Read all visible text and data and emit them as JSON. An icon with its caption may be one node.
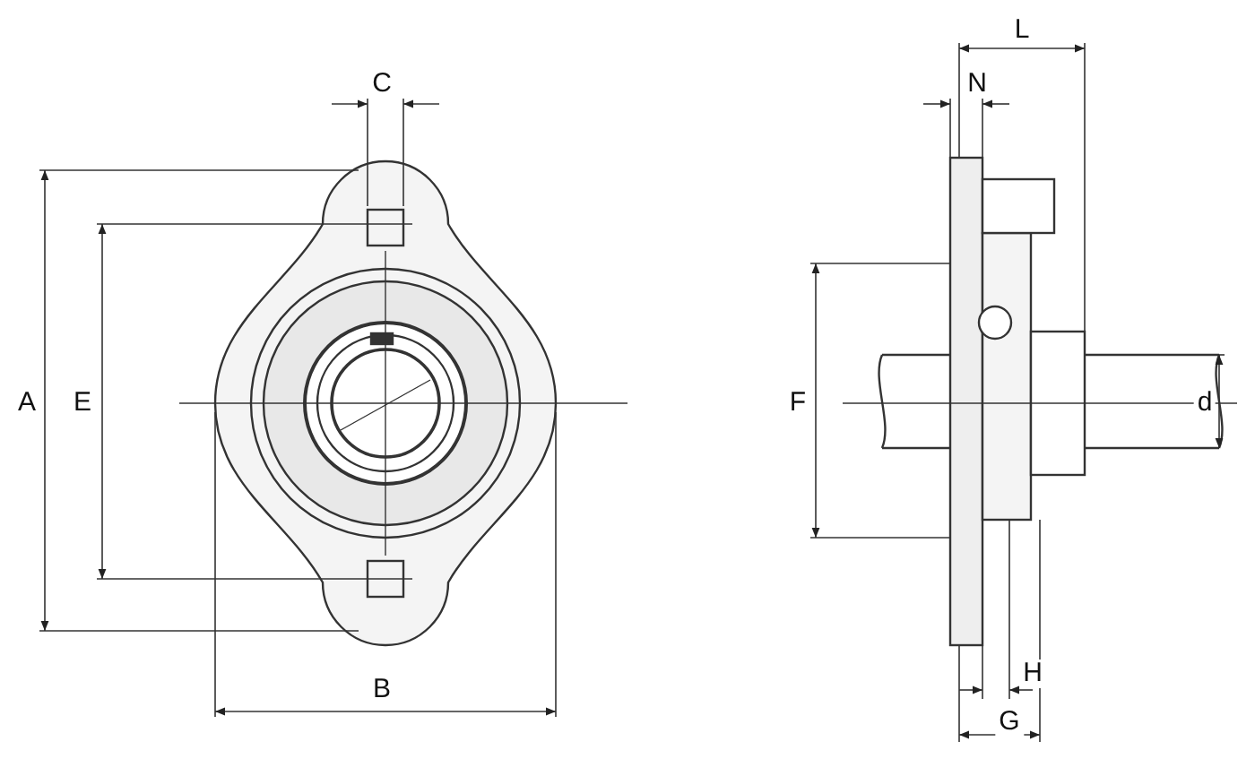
{
  "diagram": {
    "labels": [
      "L",
      "C",
      "N",
      "A",
      "E",
      "F",
      "d",
      "H",
      "B",
      "G"
    ]
  }
}
